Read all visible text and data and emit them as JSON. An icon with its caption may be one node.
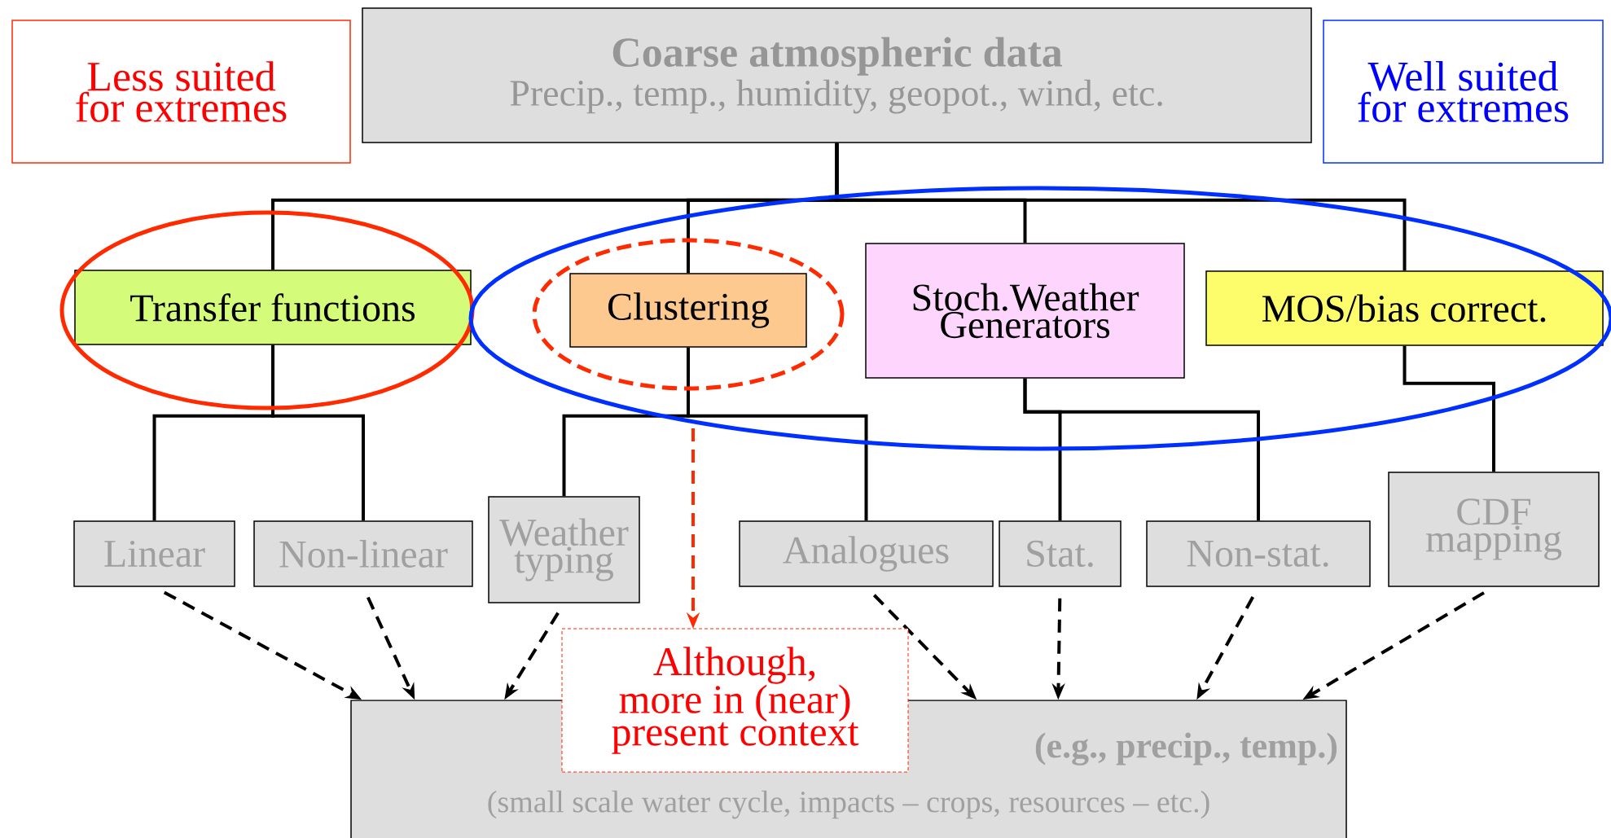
{
  "diagram": {
    "nodes": [
      {
        "text": [
          "Coarse atmospheric data",
          "Precip., temp., humidity, geopot., wind, etc."
        ]
      },
      {
        "text": [
          "Transfer functions"
        ]
      },
      {
        "text": [
          "Clustering"
        ]
      },
      {
        "text": [
          "Stoch.Weather Generators"
        ]
      },
      {
        "text": [
          "MOS/bias correct."
        ]
      },
      {
        "text": [
          "Linear"
        ]
      },
      {
        "text": [
          "Non-linear"
        ]
      },
      {
        "text": [
          "Weather typing"
        ]
      },
      {
        "text": [
          "Analogues"
        ]
      },
      {
        "text": [
          "Stat."
        ]
      },
      {
        "text": [
          "Non-stat."
        ]
      },
      {
        "text": [
          "CDF mapping"
        ]
      },
      {
        "text": [
          "(e.g., precip., temp.)",
          "(small scale water cycle, impacts – crops, resources – etc.)"
        ]
      },
      {
        "text": [
          "Less suited for extremes"
        ]
      },
      {
        "text": [
          "Well suited for extremes"
        ]
      },
      {
        "text": [
          "Although, more in (near) present context"
        ]
      }
    ],
    "edges": [
      {
        "from": 0,
        "to": 1,
        "arrow": "none"
      },
      {
        "from": 0,
        "to": 2,
        "arrow": "none"
      },
      {
        "from": 0,
        "to": 3,
        "arrow": "none"
      },
      {
        "from": 0,
        "to": 4,
        "arrow": "none"
      },
      {
        "from": 1,
        "to": 5,
        "arrow": "none"
      },
      {
        "from": 1,
        "to": 6,
        "arrow": "none"
      },
      {
        "from": 2,
        "to": 7,
        "arrow": "none"
      },
      {
        "from": 2,
        "to": 8,
        "arrow": "none"
      },
      {
        "from": 3,
        "to": 9,
        "arrow": "none"
      },
      {
        "from": 3,
        "to": 10,
        "arrow": "none"
      },
      {
        "from": 4,
        "to": 11,
        "arrow": "none"
      },
      {
        "from": 5,
        "to": 12,
        "arrow": "to",
        "style": "dashed"
      },
      {
        "from": 6,
        "to": 12,
        "arrow": "to",
        "style": "dashed"
      },
      {
        "from": 7,
        "to": 12,
        "arrow": "to",
        "style": "dashed"
      },
      {
        "from": 8,
        "to": 12,
        "arrow": "to",
        "style": "dashed"
      },
      {
        "from": 9,
        "to": 12,
        "arrow": "to",
        "style": "dashed"
      },
      {
        "from": 10,
        "to": 12,
        "arrow": "to",
        "style": "dashed"
      },
      {
        "from": 11,
        "to": 12,
        "arrow": "to",
        "style": "dashed"
      },
      {
        "from": 2,
        "to": 15,
        "arrow": "to",
        "style": "dashed",
        "color": "#ff2a00"
      }
    ]
  }
}
